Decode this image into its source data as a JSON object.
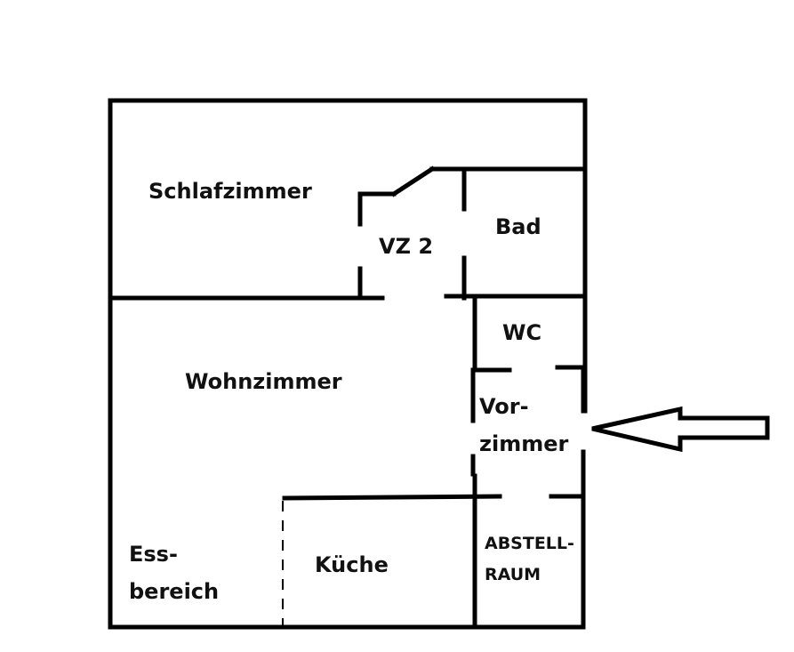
{
  "diagram": {
    "type": "floor-plan",
    "rooms": {
      "schlafzimmer": "Schlafzimmer",
      "vz2": "VZ 2",
      "bad": "Bad",
      "wc": "WC",
      "wohnzimmer": "Wohnzimmer",
      "vorzimmer_line1": "Vor-",
      "vorzimmer_line2": "zimmer",
      "essbereich_line1": "Ess-",
      "essbereich_line2": "bereich",
      "kueche": "Küche",
      "abstellraum_line1": "ABSTELL-",
      "abstellraum_line2": "RAUM"
    },
    "entrance_arrow": {
      "direction": "left",
      "target": "Vorzimmer"
    },
    "colors": {
      "wall": "#000000",
      "background": "#ffffff",
      "text": "#111111"
    }
  }
}
